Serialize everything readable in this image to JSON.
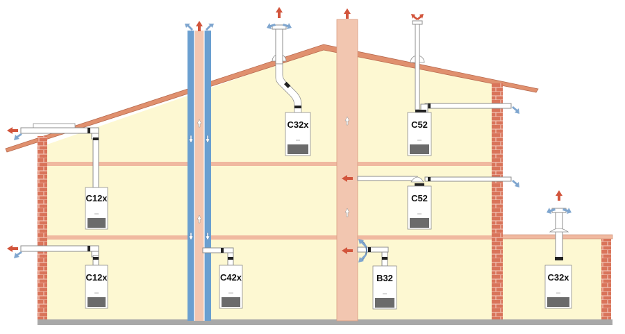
{
  "diagram": {
    "boilers": [
      {
        "id": "b1",
        "label": "C12x"
      },
      {
        "id": "b2",
        "label": "C12x"
      },
      {
        "id": "b3",
        "label": "C42x"
      },
      {
        "id": "b4",
        "label": "C32x"
      },
      {
        "id": "b5",
        "label": "B32"
      },
      {
        "id": "b6",
        "label": "C52"
      },
      {
        "id": "b7",
        "label": "C52"
      },
      {
        "id": "b8",
        "label": "C32x"
      }
    ],
    "colors": {
      "wall_fill": "#fdf8d2",
      "brick": "#d9745a",
      "roof": "#e0906e",
      "floor_beam": "#f0b9a0",
      "ground": "#a8a8a8",
      "flue_orange": "#f2c6b0",
      "flue_blue": "#6a9fd0",
      "exhaust_arrow": "#d2553c",
      "intake_arrow": "#7fa6cf",
      "boiler_body": "#ffffff",
      "boiler_panel": "#6b6b6b"
    }
  }
}
